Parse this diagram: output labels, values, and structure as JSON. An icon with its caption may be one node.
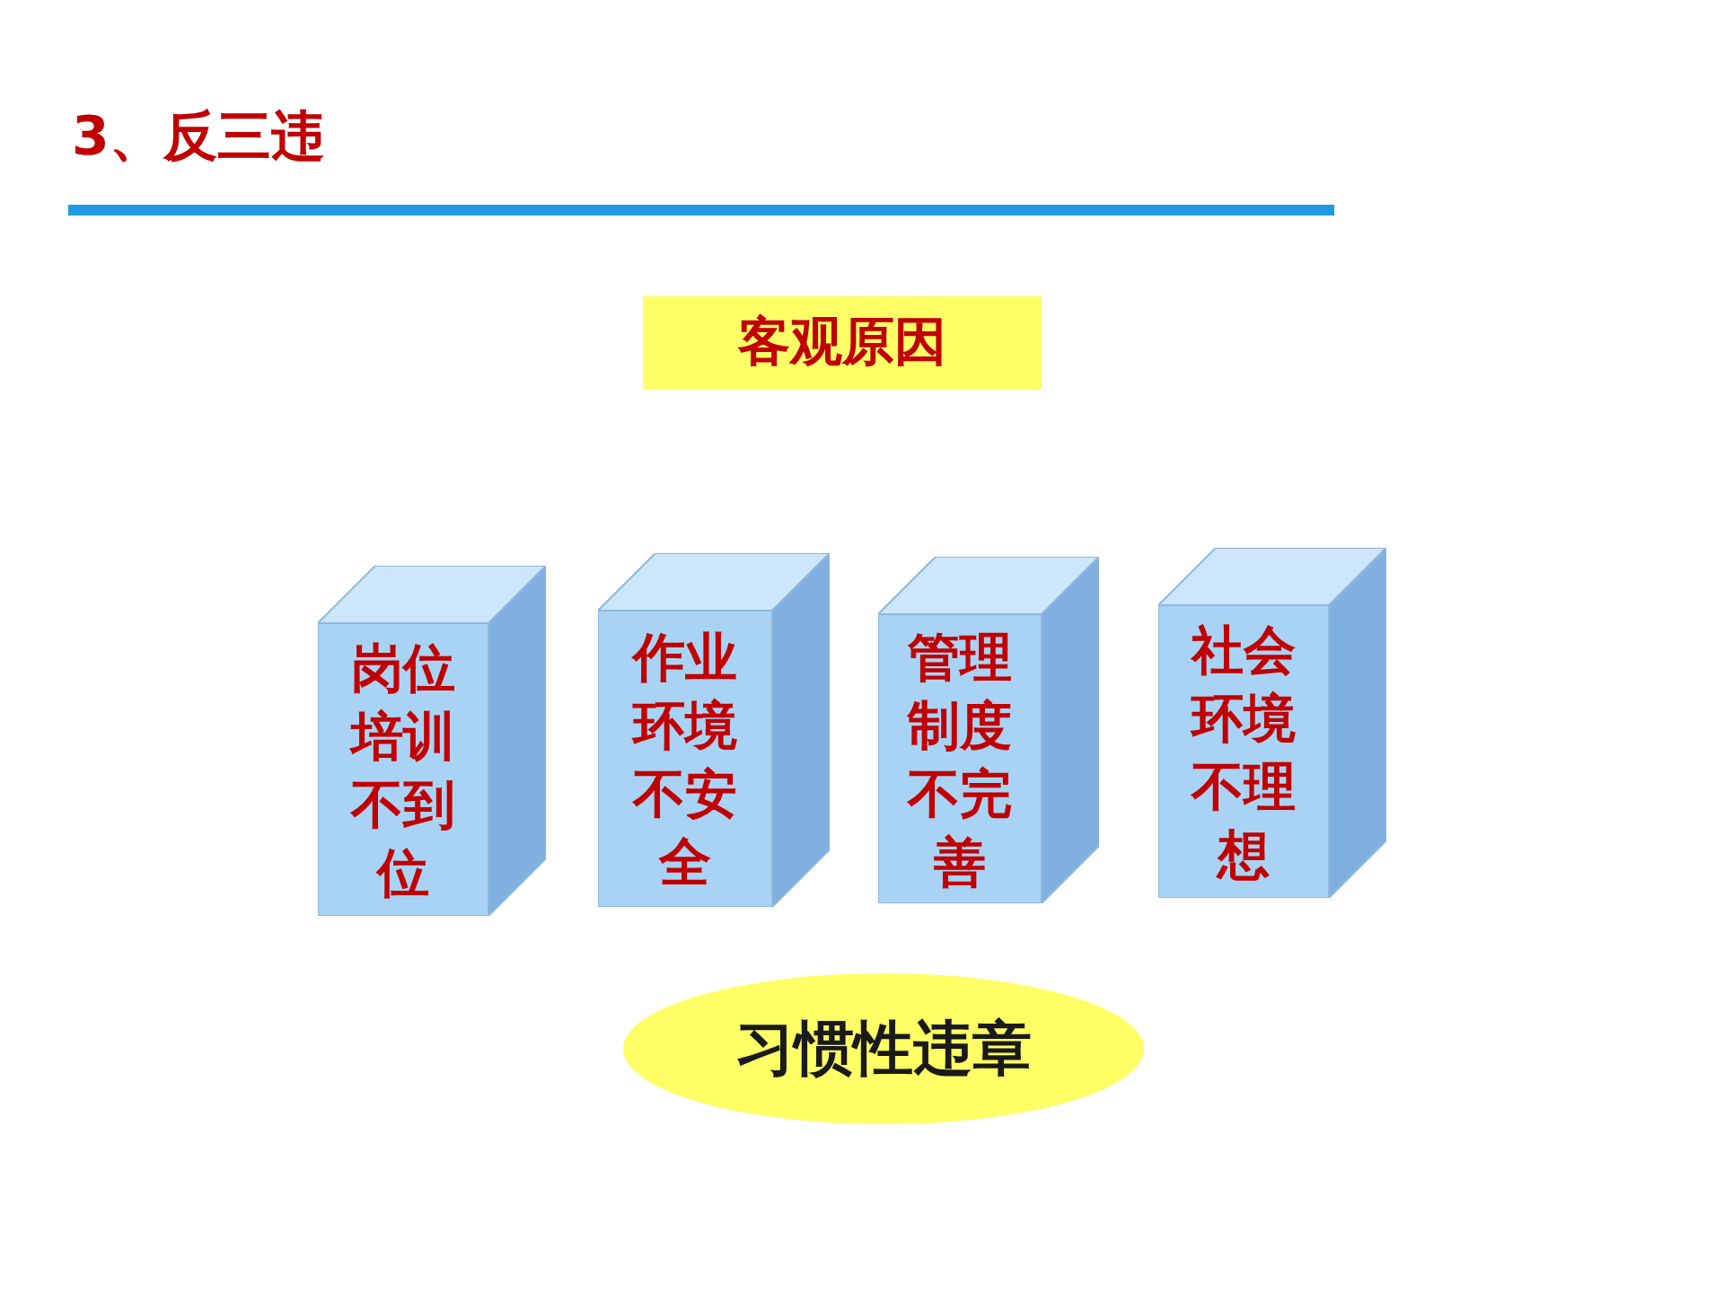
{
  "diagram": {
    "title": "3、反三违",
    "nodes": [
      {
        "text": [
          "客观原因"
        ]
      },
      {
        "text": [
          "岗位培训不到位"
        ]
      },
      {
        "text": [
          "作业环境不安全"
        ]
      },
      {
        "text": [
          "管理制度不完善"
        ]
      },
      {
        "text": [
          "社会环境不理想"
        ]
      },
      {
        "text": [
          "习惯性违章"
        ]
      }
    ]
  }
}
